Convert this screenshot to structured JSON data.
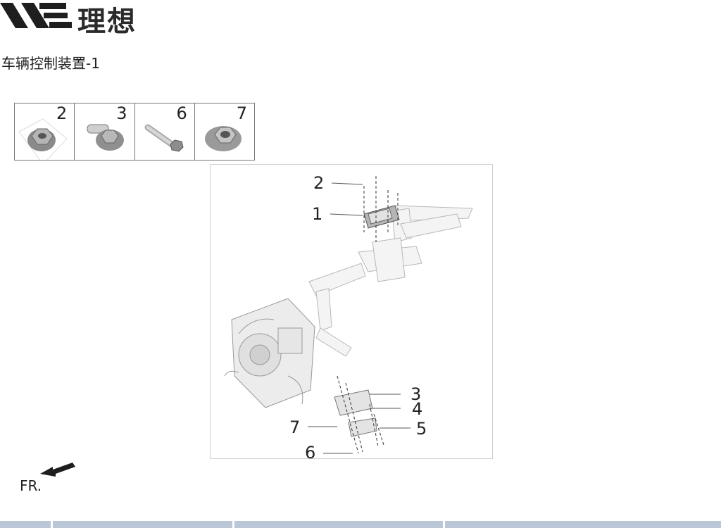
{
  "brand": {
    "name": "理想"
  },
  "page": {
    "title": "车辆控制装置-1"
  },
  "parts_strip": [
    {
      "number": "2",
      "icon": "flange-nut-icon"
    },
    {
      "number": "3",
      "icon": "stud-bolt-icon"
    },
    {
      "number": "6",
      "icon": "hex-bolt-icon"
    },
    {
      "number": "7",
      "icon": "collar-nut-icon"
    }
  ],
  "diagram": {
    "callouts": [
      "2",
      "1",
      "3",
      "4",
      "7",
      "5",
      "6"
    ]
  },
  "orientation": {
    "label": "FR."
  }
}
